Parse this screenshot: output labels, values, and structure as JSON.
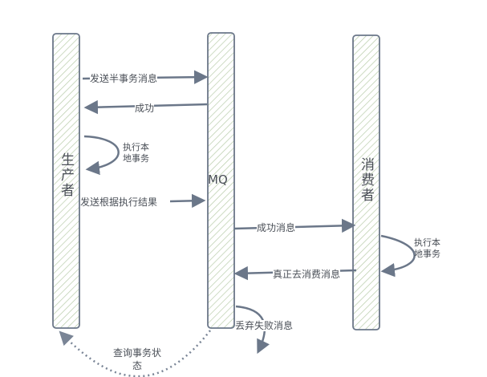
{
  "participants": {
    "producer": "生产者",
    "mq": "MQ",
    "consumer": "消费者"
  },
  "messages": {
    "send_half": "发送半事务消息",
    "success": "成功",
    "exec_local_producer": "执行本地事务",
    "send_result": "发送根据执行结果",
    "success_msg": "成功消息",
    "exec_local_consumer": "执行本地事务",
    "real_consume": "真正去消费消息",
    "discard_failed": "丢弃失败消息",
    "query_status": "查询事务状态"
  },
  "colors": {
    "stroke": "#6b7789",
    "hatch": "#b8ccaa",
    "dotted": "#7a8596",
    "text": "#4a4f57"
  }
}
